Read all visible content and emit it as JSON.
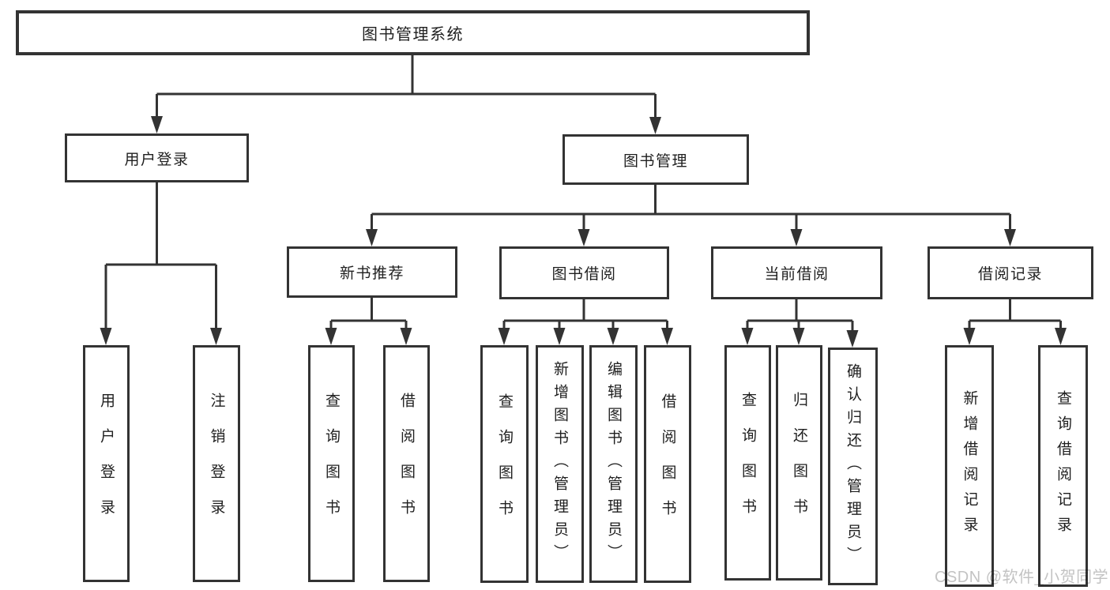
{
  "diagram": {
    "root": {
      "label": "图书管理系统"
    },
    "level2": {
      "user_login": {
        "label": "用户登录"
      },
      "book_management": {
        "label": "图书管理"
      }
    },
    "level3": {
      "new_book_recommendation": {
        "label": "新书推荐"
      },
      "book_borrowing": {
        "label": "图书借阅"
      },
      "current_borrowing": {
        "label": "当前借阅"
      },
      "borrowing_records": {
        "label": "借阅记录"
      }
    },
    "leaves": {
      "user_login": {
        "label": "用户登录"
      },
      "logout": {
        "label": "注销登录"
      },
      "recommend_query_books": {
        "label": "查询图书"
      },
      "recommend_borrow_books": {
        "label": "借阅图书"
      },
      "borrow_query_books": {
        "label": "查询图书"
      },
      "borrow_add_books": {
        "label": "新增图书（管理员）"
      },
      "borrow_edit_books": {
        "label": "编辑图书（管理员）"
      },
      "borrow_borrow_books": {
        "label": "借阅图书"
      },
      "current_query_books": {
        "label": "查询图书"
      },
      "current_return_books": {
        "label": "归还图书"
      },
      "current_confirm_return": {
        "label": "确认归还（管理员）"
      },
      "records_add_record": {
        "label": "新增借阅记录"
      },
      "records_query_record": {
        "label": "查询借阅记录"
      }
    }
  },
  "watermark": {
    "text": "CSDN @软件_小贺同学"
  },
  "colors": {
    "line": "#333333",
    "box_border": "#333333",
    "text": "#1f1f1f",
    "watermark": "#c3c3c3",
    "background": "#ffffff"
  }
}
